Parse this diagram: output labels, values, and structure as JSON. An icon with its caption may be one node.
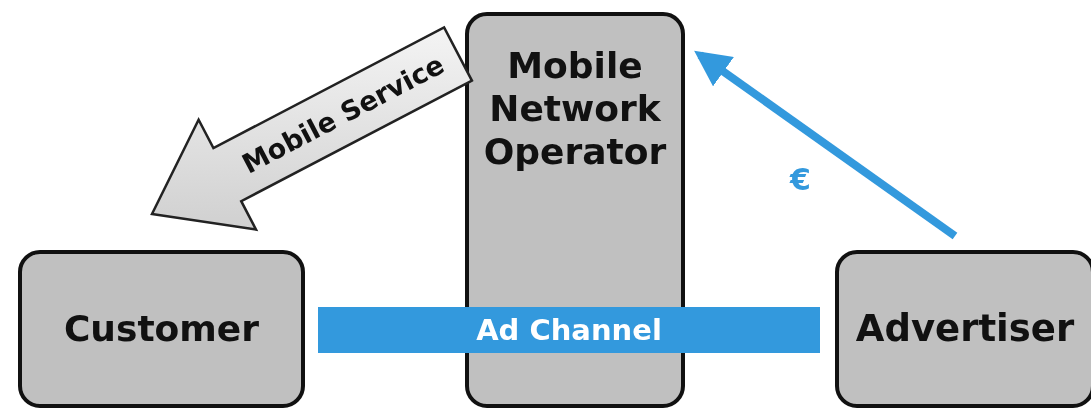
{
  "diagram": {
    "nodes": [
      {
        "text": [
          "Mobile Network Operator"
        ]
      },
      {
        "text": [
          "Customer"
        ]
      },
      {
        "text": [
          "Ad Channel"
        ]
      },
      {
        "text": [
          "Advertiser"
        ]
      }
    ],
    "edges": [
      {
        "from": 0,
        "to": 1,
        "arrow": "to",
        "label": "Mobile Service",
        "style": "thick",
        "color": "#d0d0d0"
      },
      {
        "from": 3,
        "to": 0,
        "arrow": "to",
        "label": "€"
      }
    ]
  }
}
